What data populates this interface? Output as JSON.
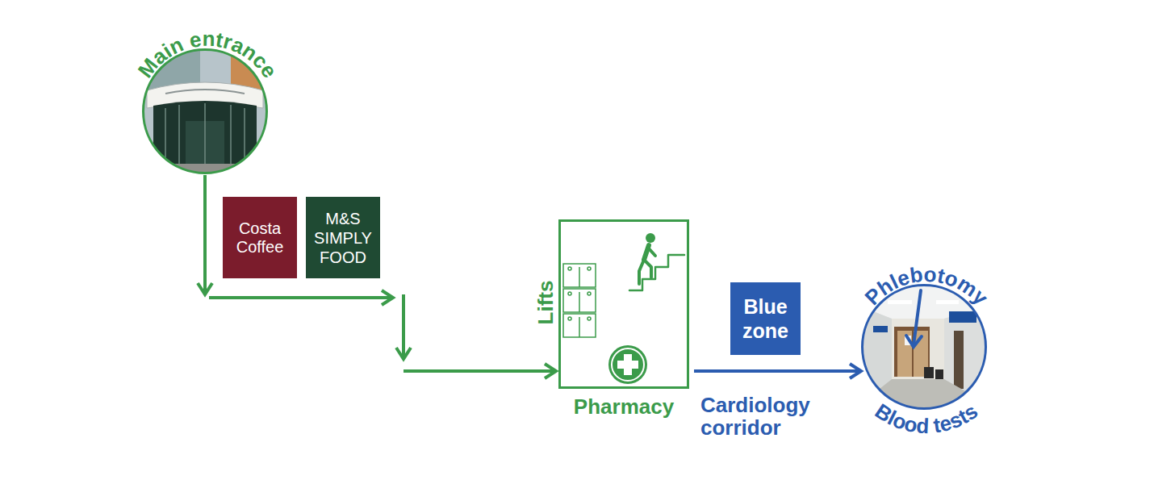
{
  "diagram": {
    "nodes": [
      {
        "text": [
          "Main entrance"
        ]
      },
      {
        "text": [
          "Costa Coffee"
        ]
      },
      {
        "text": [
          "M&S SIMPLY FOOD"
        ]
      },
      {
        "text": [
          "Lifts",
          "Pharmacy"
        ]
      },
      {
        "text": [
          "Blue zone"
        ]
      },
      {
        "text": [
          "Phlebotomy",
          "Blood tests"
        ]
      }
    ],
    "edges": [
      {
        "from": 0,
        "to": 3,
        "arrow": "to"
      },
      {
        "from": 3,
        "to": 5,
        "label": "Cardiology corridor",
        "arrow": "to"
      }
    ]
  }
}
